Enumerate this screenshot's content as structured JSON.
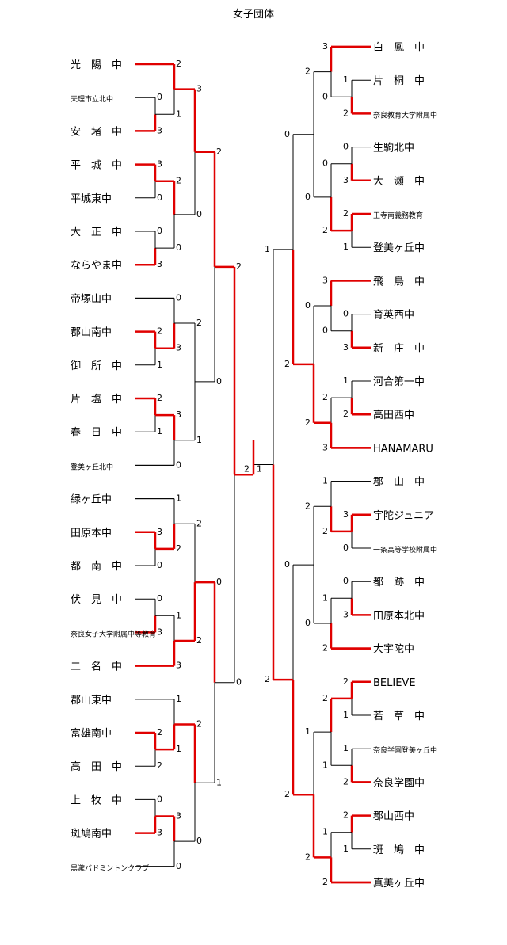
{
  "title": "女子団体",
  "left_teams": [
    "光　陽　中",
    "天理市立北中",
    "安　堵　中",
    "平　城　中",
    "平城東中",
    "大　正　中",
    "ならやま中",
    "帝塚山中",
    "郡山南中",
    "御　所　中",
    "片　塩　中",
    "春　日　中",
    "登美ヶ丘北中",
    "緑ヶ丘中",
    "田原本中",
    "都　南　中",
    "伏　見　中",
    "奈良女子大学附属中等教育",
    "二　名　中",
    "郡山東中",
    "富雄南中",
    "高　田　中",
    "上　牧　中",
    "斑鳩南中",
    "黒瀧バドミントンクラブ"
  ],
  "right_teams": [
    "白　鳳　中",
    "片　桐　中",
    "奈良教育大学附属中",
    "生駒北中",
    "大　瀬　中",
    "王寺南義務教育",
    "登美ヶ丘中",
    "飛　鳥　中",
    "育英西中",
    "新　庄　中",
    "河合第一中",
    "高田西中",
    "HANAMARU",
    "郡　山　中",
    "宇陀ジュニア",
    "一条高等学校附属中",
    "都　跡　中",
    "田原本北中",
    "大宇陀中",
    "BELIEVE",
    "若　草　中",
    "奈良学園登美ヶ丘中",
    "奈良学園中",
    "郡山西中",
    "斑　鳩　中",
    "真美ヶ丘中"
  ],
  "left_scores": {
    "r1": [
      "2",
      "0",
      "3",
      "3",
      "0",
      "0",
      "3",
      "0",
      "2",
      "3",
      "1",
      "2",
      "1",
      "0",
      "1",
      "3",
      "2",
      "0",
      "0",
      "3",
      "3",
      "1",
      "2",
      "2",
      "1",
      "0",
      "3",
      "3",
      "0"
    ],
    "r2": [
      "3",
      "1",
      "2",
      "0",
      "2",
      "0",
      "3",
      "1",
      "1",
      "2",
      "2",
      "0",
      "2",
      "1",
      "0"
    ],
    "r3": [
      "2",
      "0",
      "2",
      "0"
    ],
    "r4": [
      "2",
      "0"
    ],
    "final": "2"
  },
  "right_scores": {
    "r1": [
      "3",
      "1",
      "0",
      "2",
      "0",
      "3",
      "2",
      "1",
      "3",
      "0",
      "0",
      "3",
      "1",
      "2",
      "3",
      "1",
      "3",
      "2",
      "0",
      "0",
      "1",
      "3",
      "2",
      "2",
      "1",
      "1",
      "2",
      "2",
      "1",
      "2"
    ],
    "r2": [
      "2",
      "0",
      "0",
      "2",
      "0",
      "0",
      "2",
      "2",
      "2",
      "0",
      "0",
      "2",
      "1",
      "1",
      "1",
      "2"
    ],
    "r3": [
      "0",
      "2",
      "0",
      "2"
    ],
    "r4": [
      "1",
      "2"
    ],
    "final": "1"
  }
}
